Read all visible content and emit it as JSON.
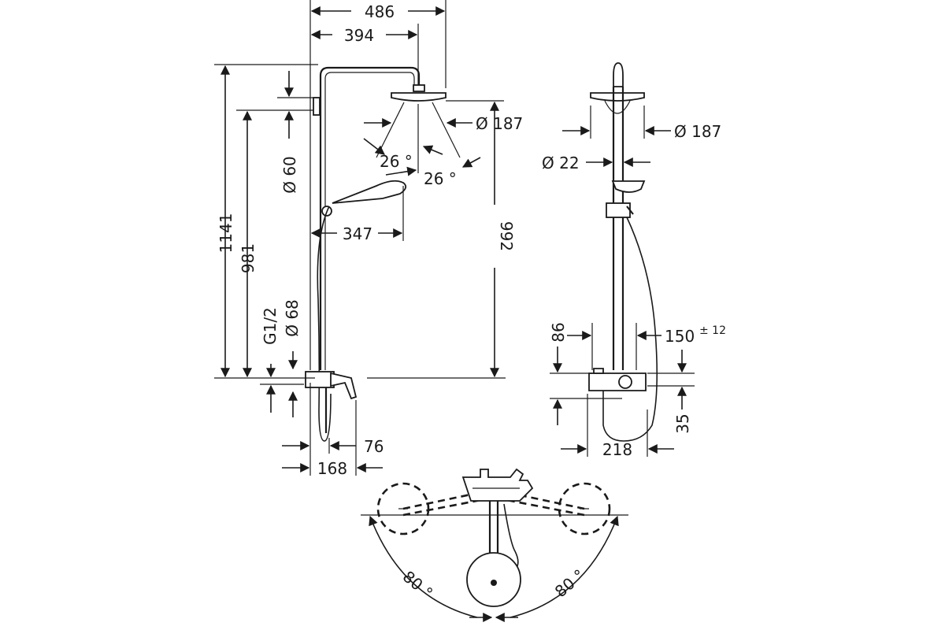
{
  "colors": {
    "line": "#1a1a1a",
    "background": "#ffffff"
  },
  "dimensions": {
    "top_width_486": "486",
    "top_width_394": "394",
    "height_1141": "1141",
    "height_981": "981",
    "height_992": "992",
    "dia_60": "Ø 60",
    "dia_187_side": "Ø 187",
    "dia_187_front": "Ø 187",
    "dia_22": "Ø 22",
    "dia_68": "Ø 68",
    "thread_g12": "G1/2",
    "angle_left": "26 °",
    "angle_right": "26 °",
    "hand_347": "347",
    "spout_76": "76",
    "spout_168": "168",
    "front_86": "86",
    "front_150": "150",
    "front_150_tol": "± 12",
    "front_35": "35",
    "front_218": "218",
    "swivel_left": "80 °",
    "swivel_right": "80 °"
  }
}
